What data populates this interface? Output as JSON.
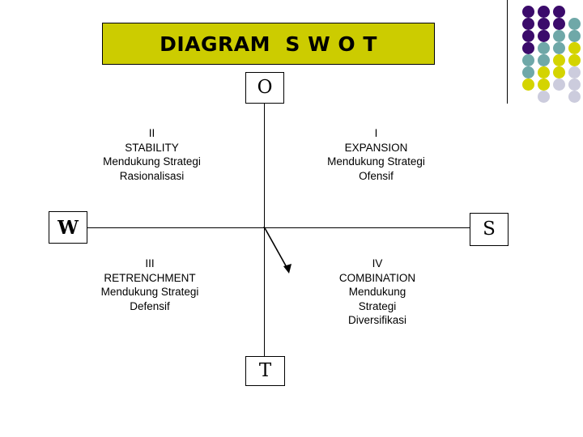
{
  "slide": {
    "title": "DIAGRAM  S W O T",
    "background_color": "#ffffff"
  },
  "banner": {
    "fill_color": "#cccc00",
    "border_color": "#000000"
  },
  "axes": {
    "top_label": "O",
    "left_label": "W",
    "right_label": "S",
    "bottom_label": "T"
  },
  "quadrants": {
    "q1": {
      "numeral": "I",
      "name": "EXPANSION",
      "line3": "Mendukung Strategi",
      "line4": "Ofensif"
    },
    "q2": {
      "numeral": "II",
      "name": "STABILITY",
      "line3": "Mendukung Strategi",
      "line4": "Rasionalisasi"
    },
    "q3": {
      "numeral": "III",
      "name": "RETRENCHMENT",
      "line3": "Mendukung Strategi",
      "line4": "Defensif"
    },
    "q4": {
      "numeral": "IV",
      "name": "COMBINATION",
      "line3": "Mendukung",
      "line4": "Strategi",
      "line5": "Diversifikasi"
    }
  },
  "decoration": {
    "palette": {
      "purple": "#3b0b6b",
      "teal": "#6fa8a8",
      "yellow": "#d4d400",
      "gray": "#ccccdd"
    },
    "dots": [
      {
        "col": 0,
        "row": 0,
        "color": "#3b0b6b"
      },
      {
        "col": 1,
        "row": 0,
        "color": "#3b0b6b"
      },
      {
        "col": 2,
        "row": 0,
        "color": "#3b0b6b"
      },
      {
        "col": 0,
        "row": 1,
        "color": "#3b0b6b"
      },
      {
        "col": 1,
        "row": 1,
        "color": "#3b0b6b"
      },
      {
        "col": 2,
        "row": 1,
        "color": "#3b0b6b"
      },
      {
        "col": 3,
        "row": 1,
        "color": "#6fa8a8"
      },
      {
        "col": 0,
        "row": 2,
        "color": "#3b0b6b"
      },
      {
        "col": 1,
        "row": 2,
        "color": "#3b0b6b"
      },
      {
        "col": 2,
        "row": 2,
        "color": "#6fa8a8"
      },
      {
        "col": 3,
        "row": 2,
        "color": "#6fa8a8"
      },
      {
        "col": 4,
        "row": 2,
        "color": "#d4d400"
      },
      {
        "col": 0,
        "row": 3,
        "color": "#3b0b6b"
      },
      {
        "col": 1,
        "row": 3,
        "color": "#6fa8a8"
      },
      {
        "col": 2,
        "row": 3,
        "color": "#6fa8a8"
      },
      {
        "col": 3,
        "row": 3,
        "color": "#d4d400"
      },
      {
        "col": 0,
        "row": 4,
        "color": "#6fa8a8"
      },
      {
        "col": 1,
        "row": 4,
        "color": "#6fa8a8"
      },
      {
        "col": 2,
        "row": 4,
        "color": "#d4d400"
      },
      {
        "col": 3,
        "row": 4,
        "color": "#d4d400"
      },
      {
        "col": 4,
        "row": 4,
        "color": "#ccccdd"
      },
      {
        "col": 0,
        "row": 5,
        "color": "#6fa8a8"
      },
      {
        "col": 1,
        "row": 5,
        "color": "#d4d400"
      },
      {
        "col": 2,
        "row": 5,
        "color": "#d4d400"
      },
      {
        "col": 3,
        "row": 5,
        "color": "#ccccdd"
      },
      {
        "col": 0,
        "row": 6,
        "color": "#d4d400"
      },
      {
        "col": 1,
        "row": 6,
        "color": "#d4d400"
      },
      {
        "col": 2,
        "row": 6,
        "color": "#ccccdd"
      },
      {
        "col": 3,
        "row": 6,
        "color": "#ccccdd"
      },
      {
        "col": 1,
        "row": 7,
        "color": "#ccccdd"
      },
      {
        "col": 3,
        "row": 7,
        "color": "#ccccdd"
      }
    ]
  }
}
